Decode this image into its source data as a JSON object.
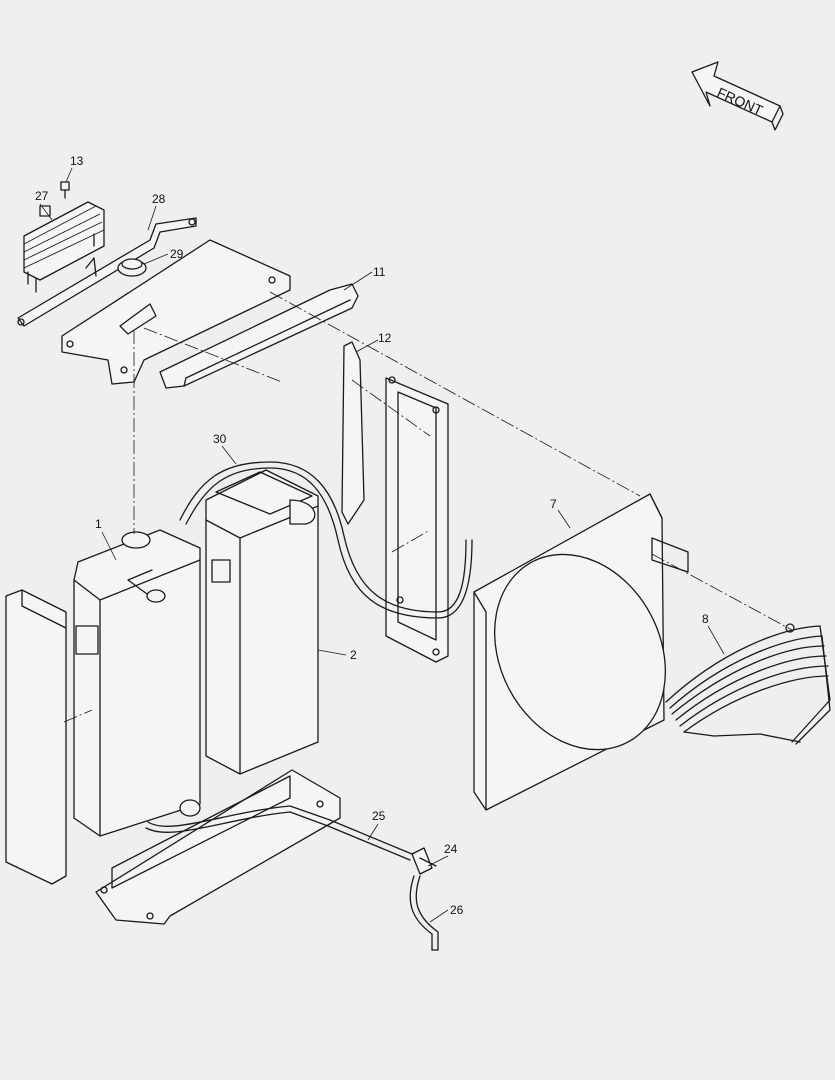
{
  "direction_label": "FRONT",
  "callouts": {
    "c1": "1",
    "c2": "2",
    "c7": "7",
    "c8": "8",
    "c11": "11",
    "c12": "12",
    "c13": "13",
    "c24": "24",
    "c25": "25",
    "c26": "26",
    "c27": "27",
    "c28": "28",
    "c29": "29",
    "c30": "30"
  }
}
